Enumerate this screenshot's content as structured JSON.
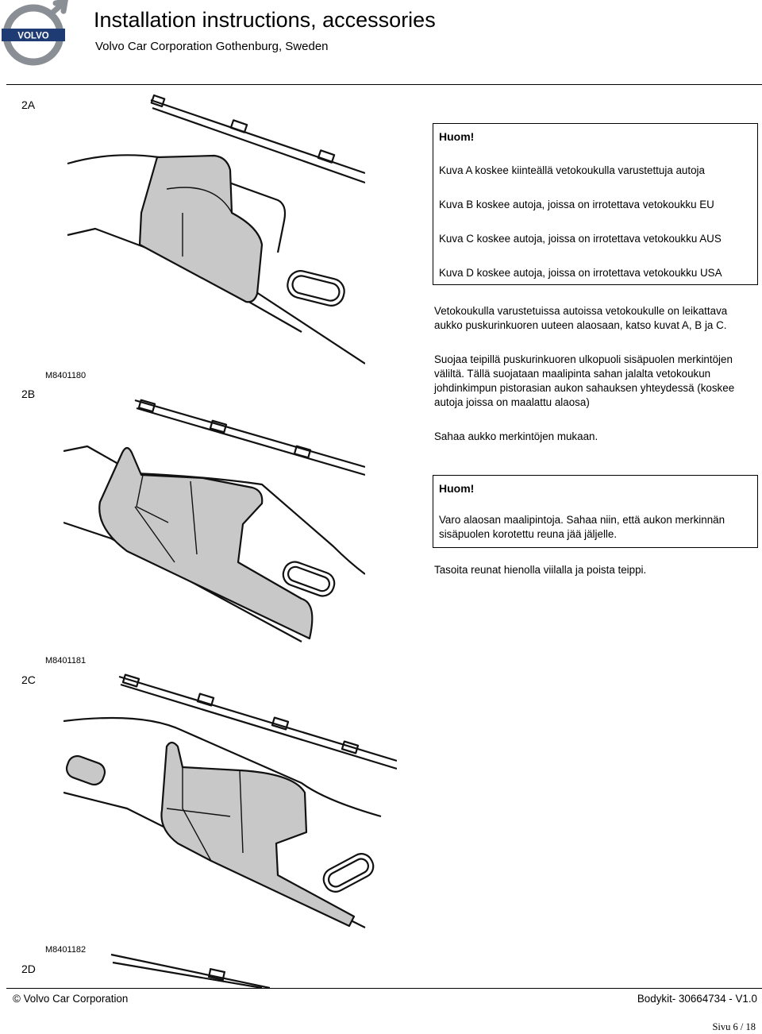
{
  "header": {
    "logo_text": "VOLVO",
    "title": "Installation instructions, accessories",
    "subtitle": "Volvo Car Corporation Gothenburg, Sweden"
  },
  "steps": [
    {
      "label": "2A",
      "figure_id": "M8401180"
    },
    {
      "label": "2B",
      "figure_id": "M8401181"
    },
    {
      "label": "2C",
      "figure_id": "M8401182"
    },
    {
      "label": "2D",
      "figure_id": ""
    }
  ],
  "note_top": {
    "title": "Huom!",
    "lines": [
      "Kuva A koskee kiinteällä vetokoukulla varustettuja autoja",
      "Kuva B koskee autoja, joissa on irrotettava vetokoukku EU",
      "Kuva C koskee autoja, joissa on irrotettava vetokoukku AUS",
      "Kuva D koskee autoja, joissa on irrotettava vetokoukku USA"
    ]
  },
  "paragraphs": {
    "p1": "Vetokoukulla varustetuissa autoissa vetokoukulle on leikattava aukko puskurinkuoren uuteen alaosaan, katso kuvat A, B ja C.",
    "p2": "Suojaa teipillä puskurinkuoren ulkopuoli sisäpuolen merkintöjen väliltä. Tällä suojataan maalipinta sahan jalalta vetokoukun johdinkimpun pistorasian aukon sahauksen yhteydessä (koskee autoja joissa on maalattu alaosa)",
    "p3": "Sahaa aukko merkintöjen mukaan.",
    "p4": "Tasoita reunat hienolla viilalla ja poista teippi."
  },
  "note_bottom": {
    "title": "Huom!",
    "text": "Varo alaosan maalipintoja. Sahaa niin, että aukon merkinnän sisäpuolen korotettu reuna jää jäljelle."
  },
  "footer": {
    "left": "© Volvo Car Corporation",
    "right": "Bodykit- 30664734 - V1.0",
    "page": "Sivu 6 / 18"
  },
  "colors": {
    "shading": "#c8c8c8",
    "outline": "#111111",
    "logo_ring": "#8a8f96",
    "logo_band": "#1f3b73"
  }
}
